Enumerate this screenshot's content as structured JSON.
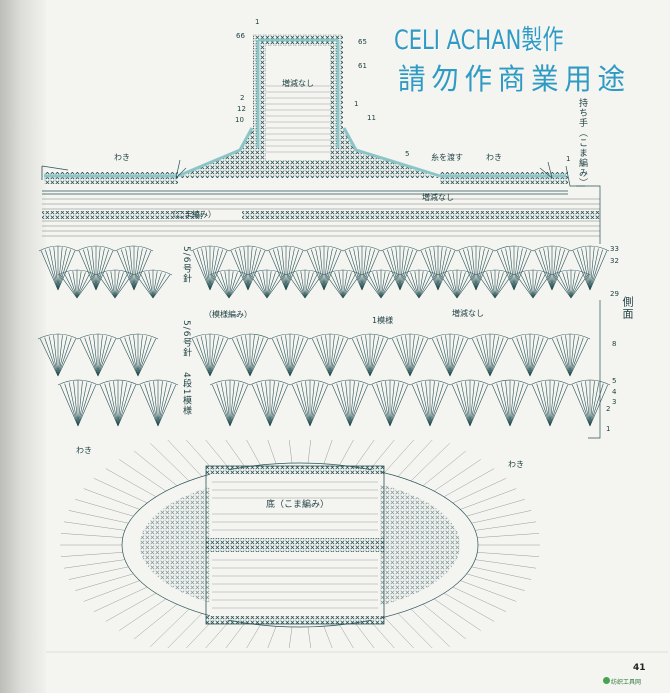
{
  "watermark": {
    "line1": "CELI ACHAN製作",
    "line2": "請勿作商業用途"
  },
  "labels": {
    "handle": "持ち手（こま編み）",
    "no_inc_dec": "増減なし",
    "waki": "わき",
    "pass_yarn": "糸を渡す",
    "sc_row": "（こま編み）",
    "hook_56_a": "5/6号針",
    "hook_56_b": "5/6号針",
    "pattern_st": "（模様編み）",
    "one_repeat": "1模様",
    "four_rows": "4段1模様",
    "side": "側面",
    "bottom": "底（こま編み）"
  },
  "row_numbers": {
    "r66": "66",
    "r65": "65",
    "r61": "61",
    "r2": "2",
    "r12": "12",
    "r1": "1",
    "r10": "10",
    "r11": "11",
    "r5": "5",
    "top1": "1",
    "s33": "33",
    "s32": "32",
    "s29": "29",
    "s8": "8",
    "s5": "5",
    "s4": "4",
    "s3": "3",
    "s2": "2",
    "s1": "1"
  },
  "page_number": "41",
  "stamp": "纺织工具网"
}
